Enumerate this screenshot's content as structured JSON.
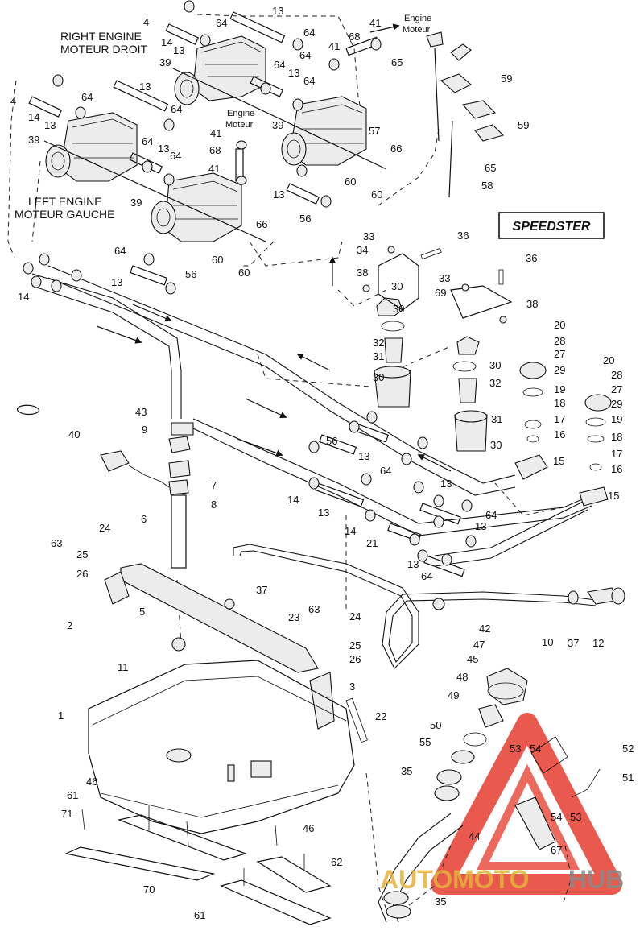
{
  "labels": {
    "right_engine_en": "RIGHT ENGINE",
    "right_engine_fr": "MOTEUR DROIT",
    "left_engine_en": "LEFT ENGINE",
    "left_engine_fr": "MOTEUR GAUCHE",
    "engine_en": "Engine",
    "engine_fr": "Moteur",
    "model_badge": "SPEEDSTER",
    "watermark_a": "AUTOMOTO",
    "watermark_b": "HUB"
  },
  "colors": {
    "watermark_red": "#e8483a",
    "watermark_gold": "#e5b23a",
    "watermark_gray": "#8a8a8a"
  },
  "callouts": [
    "4",
    "13",
    "14",
    "64",
    "13",
    "41",
    "68",
    "Engine",
    "64",
    "39",
    "64",
    "41",
    "65",
    "59",
    "64",
    "13",
    "4",
    "13",
    "64",
    "64",
    "39",
    "59",
    "64",
    "13",
    "14",
    "57",
    "39",
    "41",
    "68",
    "66",
    "65",
    "64",
    "64",
    "13",
    "60",
    "60",
    "58",
    "41",
    "39",
    "56",
    "66",
    "36",
    "33",
    "34",
    "60",
    "60",
    "13",
    "64",
    "13",
    "14",
    "56",
    "38",
    "36",
    "33",
    "69",
    "38",
    "30",
    "30",
    "20",
    "32",
    "28",
    "27",
    "31",
    "30",
    "32",
    "29",
    "20",
    "28",
    "27",
    "30",
    "19",
    "29",
    "18",
    "19",
    "43",
    "17",
    "18",
    "9",
    "56",
    "31",
    "13",
    "16",
    "40",
    "30",
    "17",
    "64",
    "15",
    "16",
    "7",
    "14",
    "13",
    "8",
    "13",
    "64",
    "15",
    "6",
    "13",
    "21",
    "24",
    "14",
    "13",
    "63",
    "64",
    "25",
    "26",
    "37",
    "63",
    "24",
    "23",
    "2",
    "5",
    "25",
    "26",
    "42",
    "10",
    "37",
    "12",
    "11",
    "47",
    "3",
    "45",
    "48",
    "49",
    "1",
    "22",
    "50",
    "52",
    "55",
    "53",
    "54",
    "35",
    "51",
    "54",
    "53",
    "61",
    "46",
    "71",
    "44",
    "67",
    "46",
    "62",
    "70",
    "35",
    "61"
  ]
}
